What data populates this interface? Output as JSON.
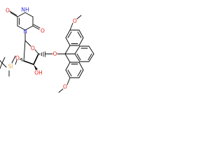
{
  "molecule": {
    "atoms": {
      "uracil_o_top": "O",
      "uracil_o_right": "O",
      "uracil_nh": "NH",
      "uracil_n1": "N",
      "ring_o": "O",
      "silyl_o": "O",
      "si": "Si",
      "hydroxyl": "OH",
      "ether_o": "O",
      "methoxy_top": "O",
      "methoxy_bottom": "O"
    },
    "colors": {
      "nitrogen": "#2d2dd4",
      "oxygen": "#e8211a",
      "silicon": "#e8a23f",
      "bond": "#000000"
    }
  }
}
